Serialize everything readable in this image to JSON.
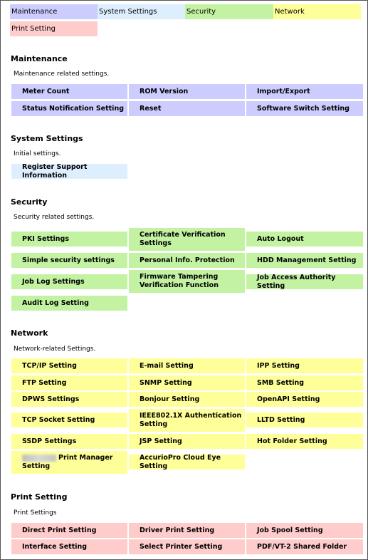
{
  "tabs": [
    {
      "label": "Maintenance",
      "color": "#ccccff"
    },
    {
      "label": "System Settings",
      "color": "#ddeeff"
    },
    {
      "label": "Security",
      "color": "#c2f2a2"
    },
    {
      "label": "Network",
      "color": "#ffff99"
    },
    {
      "label": "Print Setting",
      "color": "#ffcccc"
    }
  ],
  "maintenance": {
    "title": "Maintenance",
    "desc": "Maintenance related settings.",
    "items": [
      "Meter Count",
      "ROM Version",
      "Import/Export",
      "Status Notification Setting",
      "Reset",
      "Software Switch Setting"
    ]
  },
  "system": {
    "title": "System Settings",
    "desc": "Initial settings.",
    "items": [
      "Register Support Information"
    ]
  },
  "security": {
    "title": "Security",
    "desc": "Security related settings.",
    "items": [
      "PKI Settings",
      "Certificate Verification Settings",
      "Auto Logout",
      "Simple security settings",
      "Personal Info. Protection",
      "HDD Management Setting",
      "Job Log Settings",
      "Firmware Tampering Verification Function",
      "Job Access Authority Setting",
      "Audit Log Setting"
    ]
  },
  "network": {
    "title": "Network",
    "desc": "Network-related Settings.",
    "items": [
      "TCP/IP Setting",
      "E-mail Setting",
      "IPP Setting",
      "FTP Setting",
      "SNMP Setting",
      "SMB Setting",
      "DPWS Settings",
      "Bonjour Setting",
      "OpenAPI Setting",
      "TCP Socket Setting",
      "IEEE802.1X Authentication Setting",
      "LLTD Setting",
      "SSDP Settings",
      "JSP Setting",
      "Hot Folder Setting",
      "Print Manager Setting",
      "AccurioPro Cloud Eye Setting"
    ]
  },
  "print": {
    "title": "Print Setting",
    "desc": "Print Settings",
    "items": [
      "Direct Print Setting",
      "Driver Print Setting",
      "Job Spool Setting",
      "Interface Setting",
      "Select Printer Setting",
      "PDF/VT-2 Shared Folder"
    ]
  }
}
